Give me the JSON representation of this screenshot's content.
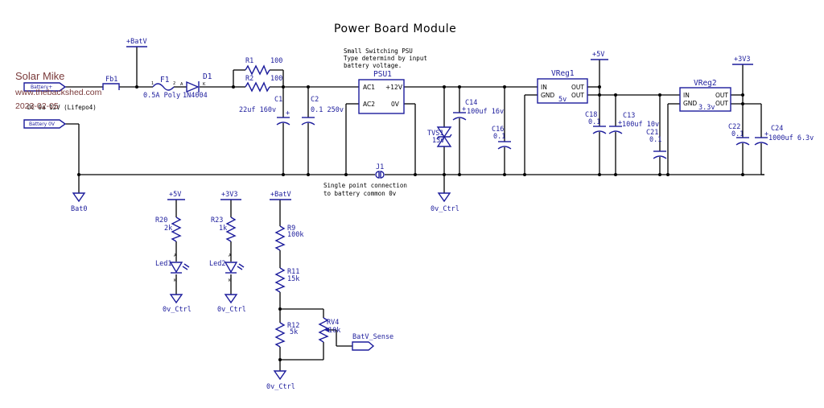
{
  "title": "Power Board Module",
  "watermark": {
    "author": "Solar Mike",
    "site": "www.thebackshed.com",
    "date": "2023-02-05"
  },
  "colors": {
    "symbol": "#1c1c9c",
    "wire": "#000000",
    "watermark": "#7a3a3a"
  },
  "inputs": {
    "battery_pos": "Battery+",
    "battery_neg": "Battery 0V",
    "supply_note": "DC 9a 12V (Lifepo4)"
  },
  "power_flags": {
    "batv_top": "+BatV",
    "batv_divider": "+BatV",
    "v5_main": "+5V",
    "v3v3_main": "+3V3",
    "v5_led": "+5V",
    "v3v3_led": "+3V3"
  },
  "grounds": {
    "bat0": "Bat0",
    "ctrl_tvs": "0v_Ctrl",
    "ctrl_led1": "0v_Ctrl",
    "ctrl_led2": "0v_Ctrl",
    "ctrl_divider": "0v_Ctrl"
  },
  "components": {
    "fb1": {
      "ref": "Fb1"
    },
    "f1": {
      "ref": "F1",
      "value": "0.5A  Poly",
      "pin1": "1",
      "pin2": "2"
    },
    "d1": {
      "ref": "D1",
      "value": "1N4004",
      "pin_a": "A",
      "pin_k": "K"
    },
    "r1": {
      "ref": "R1",
      "value": "100"
    },
    "r2": {
      "ref": "R2",
      "value": "100"
    },
    "c1": {
      "ref": "C1",
      "value": "22uf  160v"
    },
    "c2": {
      "ref": "C2",
      "value": "0.1  250v"
    },
    "psu1": {
      "ref": "PSU1",
      "pin_ac1": "AC1",
      "pin_ac2": "AC2",
      "pin_12v": "+12V",
      "pin_0v": "0V",
      "note": [
        "Small Switching PSU",
        "Type determind by input",
        "battery voltage."
      ]
    },
    "tvs1": {
      "ref": "TVS1",
      "value": "13v"
    },
    "c14": {
      "ref": "C14",
      "value": "100uf  16v"
    },
    "c16": {
      "ref": "C16",
      "value": "0.1"
    },
    "vreg1": {
      "ref": "VReg1",
      "pin_in": "IN",
      "pin_gnd": "GND",
      "pin_out1": "OUT",
      "pin_out2": "OUT",
      "value": "5v"
    },
    "c18": {
      "ref": "C18",
      "value": "0.1"
    },
    "c13": {
      "ref": "C13",
      "value": "100uf  10v"
    },
    "c21": {
      "ref": "C21",
      "value": "0.1"
    },
    "vreg2": {
      "ref": "VReg2",
      "pin_in": "IN",
      "pin_gnd": "GND",
      "pin_out1": "OUT",
      "pin_out2": "OUT",
      "value": "3.3v"
    },
    "c22": {
      "ref": "C22",
      "value": "0.1"
    },
    "c24": {
      "ref": "C24",
      "value": "1000uf  6.3v"
    },
    "j1": {
      "ref": "J1",
      "note": [
        "Single point connection",
        "to battery common 0v"
      ]
    },
    "r20": {
      "ref": "R20",
      "value": "2k"
    },
    "led1": {
      "ref": "Led1",
      "pin_a": "A",
      "pin_k": "K"
    },
    "r23": {
      "ref": "R23",
      "value": "1k"
    },
    "led2": {
      "ref": "Led2",
      "pin_a": "A",
      "pin_k": "K"
    },
    "r9": {
      "ref": "R9",
      "value": "100k"
    },
    "r11": {
      "ref": "R11",
      "value": "15k"
    },
    "r12": {
      "ref": "R12",
      "value": "5k"
    },
    "rv4": {
      "ref": "RV4",
      "value": "10k"
    }
  },
  "outputs": {
    "batv_sense": "BatV_Sense"
  }
}
